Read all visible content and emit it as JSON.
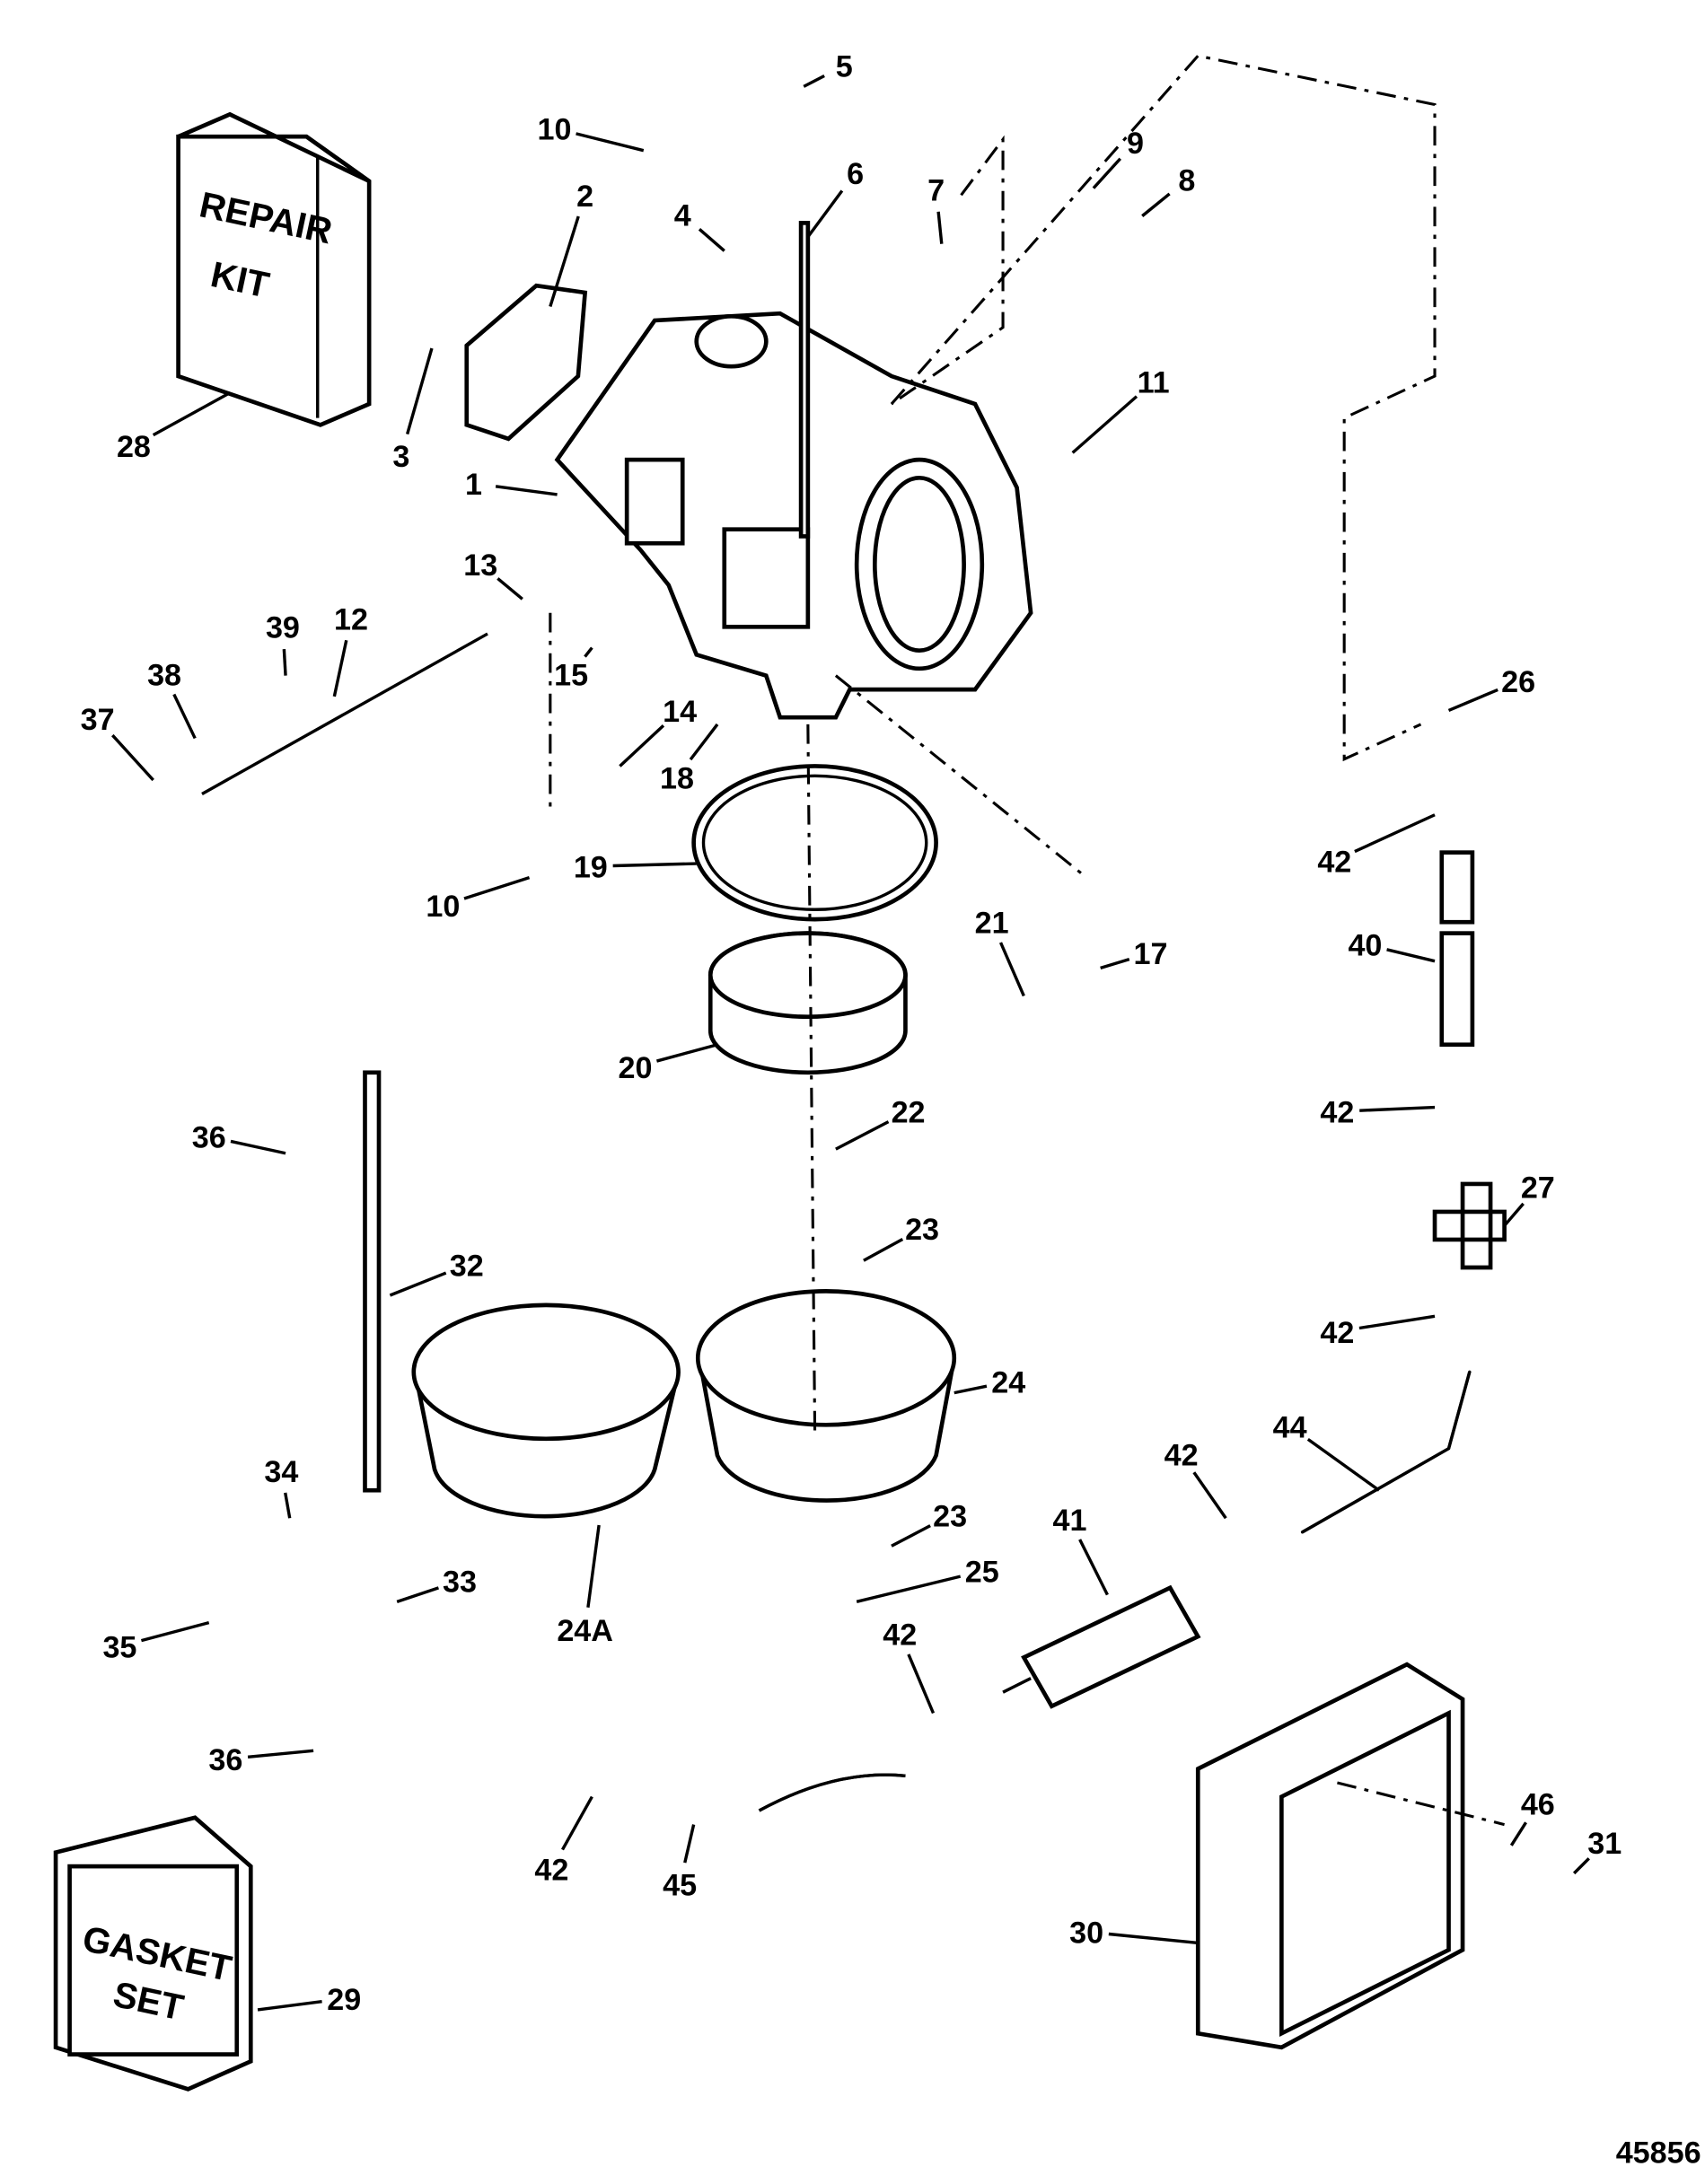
{
  "diagram": {
    "figure_number": "45856",
    "repair_kit_text": [
      "REPAIR",
      "KIT"
    ],
    "gasket_set_text": [
      "GASKET",
      "SET"
    ],
    "callouts": [
      "5",
      "6",
      "10",
      "4",
      "2",
      "7",
      "9",
      "8",
      "11",
      "28",
      "3",
      "1",
      "13",
      "12",
      "39",
      "38",
      "37",
      "15",
      "14",
      "18",
      "26",
      "42",
      "10",
      "19",
      "17",
      "40",
      "21",
      "20",
      "22",
      "36",
      "32",
      "42",
      "27",
      "23",
      "24",
      "42",
      "44",
      "34",
      "33",
      "42",
      "41",
      "23",
      "25",
      "24A",
      "35",
      "42",
      "36",
      "42",
      "45",
      "46",
      "31",
      "30",
      "29"
    ]
  }
}
